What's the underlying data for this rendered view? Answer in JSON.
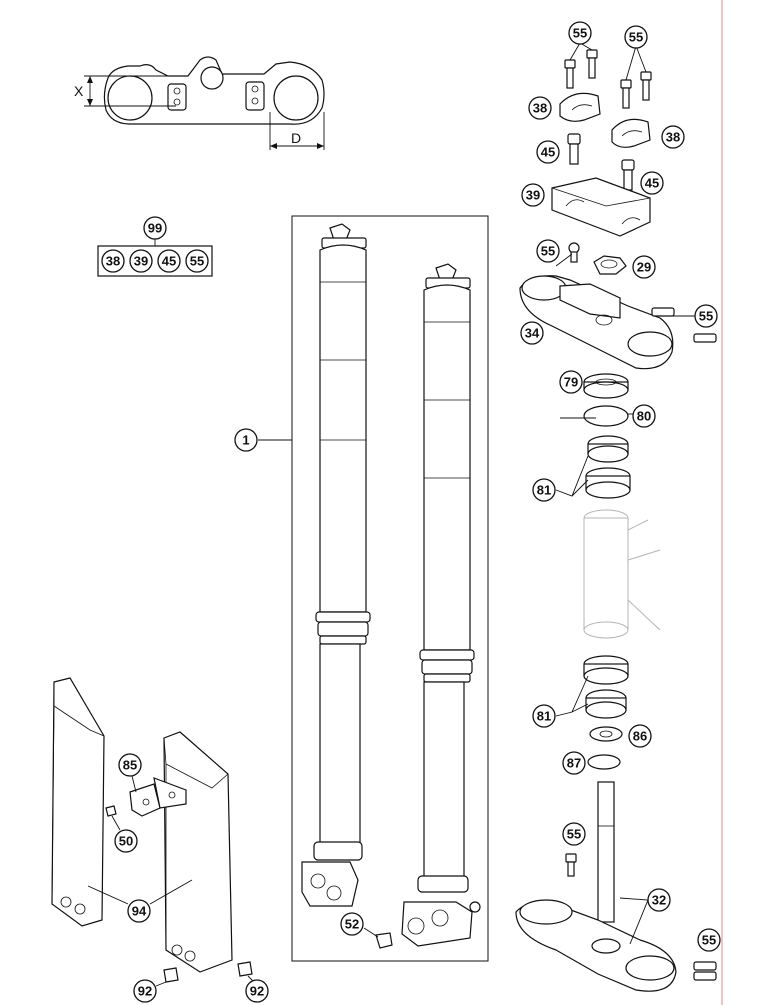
{
  "dimension_labels": {
    "x": "X",
    "d": "D"
  },
  "kit": {
    "number": "99",
    "members": [
      "38",
      "39",
      "45",
      "55"
    ]
  },
  "callouts": [
    {
      "id": "c-55-bolts-left",
      "text": "55"
    },
    {
      "id": "c-55-bolts-right",
      "text": "55"
    },
    {
      "id": "c-38-clamp-left",
      "text": "38"
    },
    {
      "id": "c-38-clamp-right",
      "text": "38"
    },
    {
      "id": "c-45-screw-left",
      "text": "45"
    },
    {
      "id": "c-45-screw-right",
      "text": "45"
    },
    {
      "id": "c-39-bar-clamp",
      "text": "39"
    },
    {
      "id": "c-55-stud",
      "text": "55"
    },
    {
      "id": "c-29-nut",
      "text": "29"
    },
    {
      "id": "c-55-clamp-bolt-upper",
      "text": "55"
    },
    {
      "id": "c-34-top-clamp",
      "text": "34"
    },
    {
      "id": "c-79-washer",
      "text": "79"
    },
    {
      "id": "c-80-seal",
      "text": "80"
    },
    {
      "id": "c-81-bearing-upper",
      "text": "81"
    },
    {
      "id": "c-81-bearing-lower",
      "text": "81"
    },
    {
      "id": "c-86-ring",
      "text": "86"
    },
    {
      "id": "c-87-seal",
      "text": "87"
    },
    {
      "id": "c-55-stem-bolt",
      "text": "55"
    },
    {
      "id": "c-32-bottom-clamp",
      "text": "32"
    },
    {
      "id": "c-55-clamp-bolt-lower",
      "text": "55"
    },
    {
      "id": "c-1-fork-assembly",
      "text": "1"
    },
    {
      "id": "c-85-bracket",
      "text": "85"
    },
    {
      "id": "c-50-screw",
      "text": "50"
    },
    {
      "id": "c-94-fork-guard",
      "text": "94"
    },
    {
      "id": "c-52-screw",
      "text": "52"
    },
    {
      "id": "c-92-screw-left",
      "text": "92"
    },
    {
      "id": "c-92-screw-right",
      "text": "92"
    }
  ]
}
